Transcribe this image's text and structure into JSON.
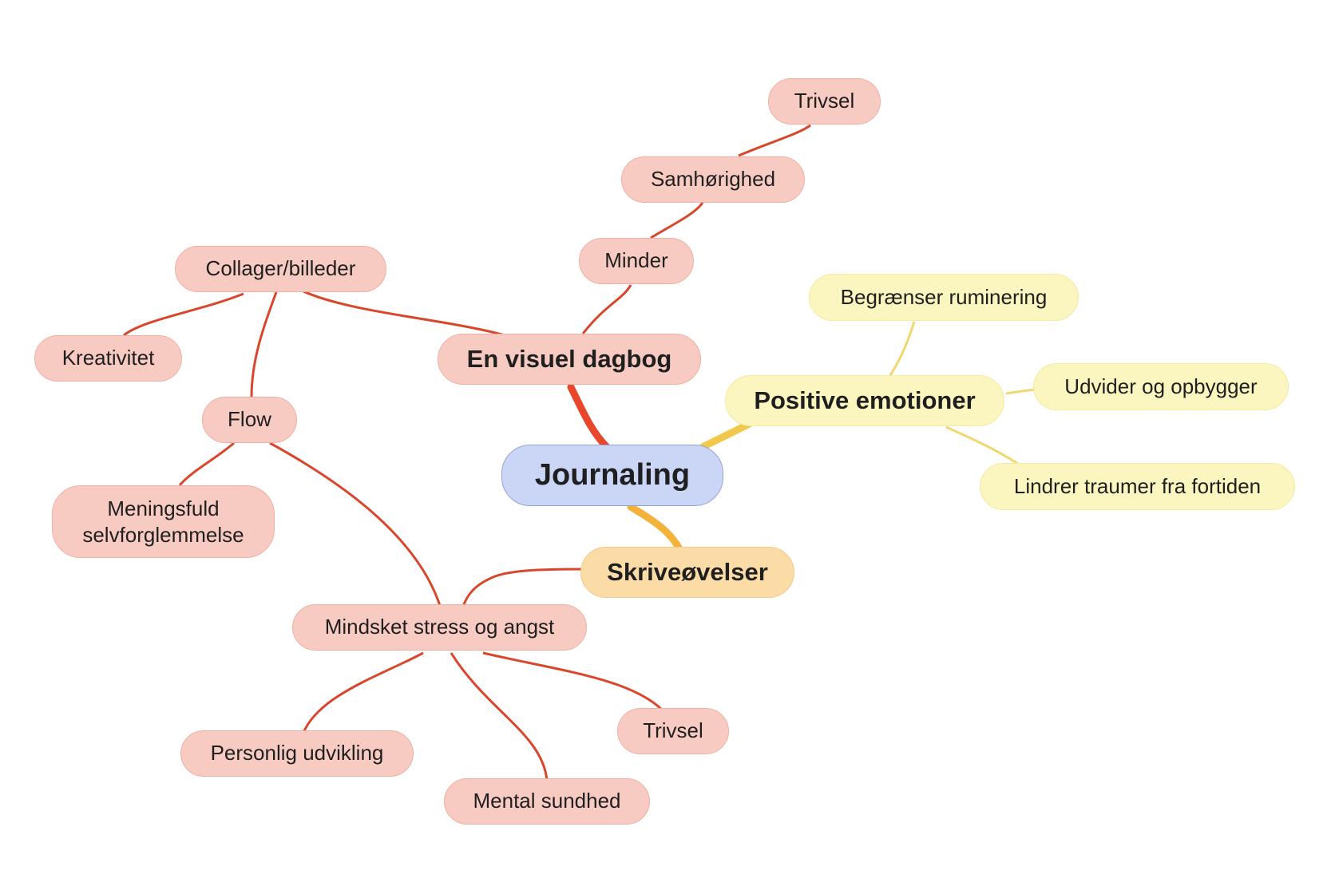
{
  "colors": {
    "red_branch": "#d9462c",
    "red_trunk": "#e8472b",
    "yellow_branch": "#f0d770",
    "yellow_trunk": "#f2c84b",
    "orange_trunk": "#f3b23a",
    "root_fill": "#cbd6f7"
  },
  "mindmap": {
    "root": {
      "label": "Journaling"
    },
    "branches": {
      "visual_diary": {
        "label": "En visuel dagbog",
        "memories": "Minder",
        "belonging": "Samhørighed",
        "wellbeing_top": "Trivsel",
        "collage": "Collager/billeder",
        "creativity": "Kreativitet",
        "flow": "Flow",
        "meaningful": "Meningsfuld selvforglemmelse"
      },
      "positive_emotions": {
        "label": "Positive emotioner",
        "rumination": "Begrænser ruminering",
        "broaden": "Udvider og opbygger",
        "trauma": "Lindrer traumer fra fortiden"
      },
      "writing_exercises": {
        "label": "Skriveøvelser",
        "stress": "Mindsket stress og angst",
        "personal_growth": "Personlig udvikling",
        "mental_health": "Mental sundhed",
        "wellbeing_bottom": "Trivsel"
      }
    }
  }
}
